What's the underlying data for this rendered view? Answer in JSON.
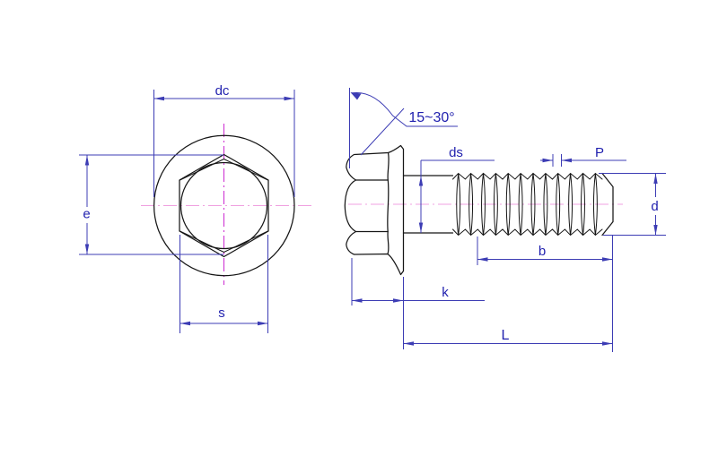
{
  "drawing": {
    "labels": {
      "dc": "dc",
      "e": "e",
      "s": "s",
      "angle": "15~30°",
      "ds": "ds",
      "P": "P",
      "d": "d",
      "b": "b",
      "k": "k",
      "L": "L"
    },
    "colors": {
      "dimension_blue": "#3c3cb4",
      "label_blue": "#1f1fae",
      "outline_black": "#161616",
      "centerline_magenta": "#cc2ad1",
      "centerline_pink": "#f0a0e0",
      "background": "#ffffff"
    }
  }
}
